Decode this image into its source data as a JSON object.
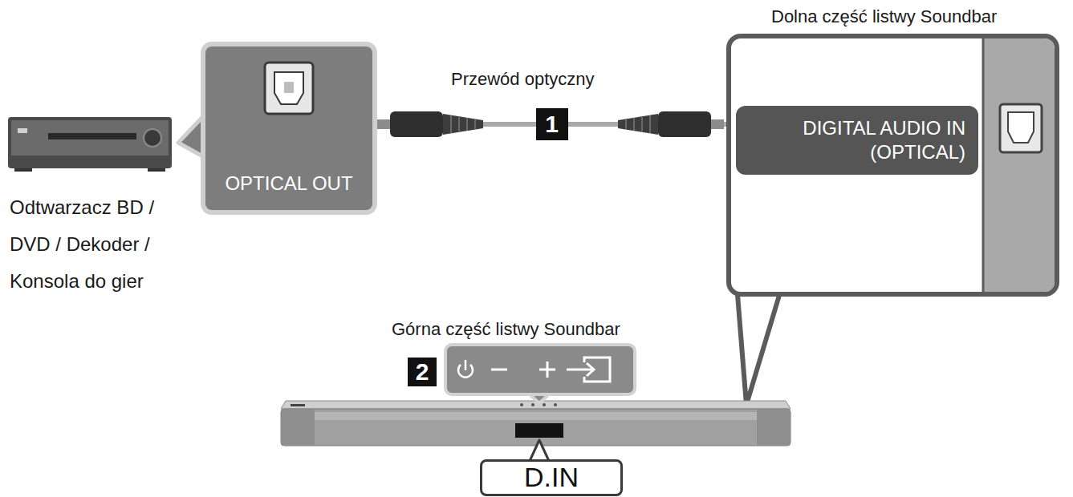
{
  "diagram": {
    "nodes": [
      {
        "text": [
          "OPTICAL OUT"
        ]
      },
      {
        "text": [
          "Dolna część listwy Soundbar"
        ]
      },
      {
        "text": [
          "DIGITAL AUDIO IN (OPTICAL)"
        ],
        "in": 1
      },
      {
        "text": [
          "D.IN"
        ]
      }
    ],
    "edges": [
      {
        "from": 0,
        "to": 1,
        "arrow": "none",
        "label": "1"
      }
    ],
    "labels": [
      "Przewód optyczny",
      "Odtwarzacz BD / DVD / Dekoder / Konsola do gier",
      "Górna część listwy Soundbar",
      "2"
    ]
  }
}
